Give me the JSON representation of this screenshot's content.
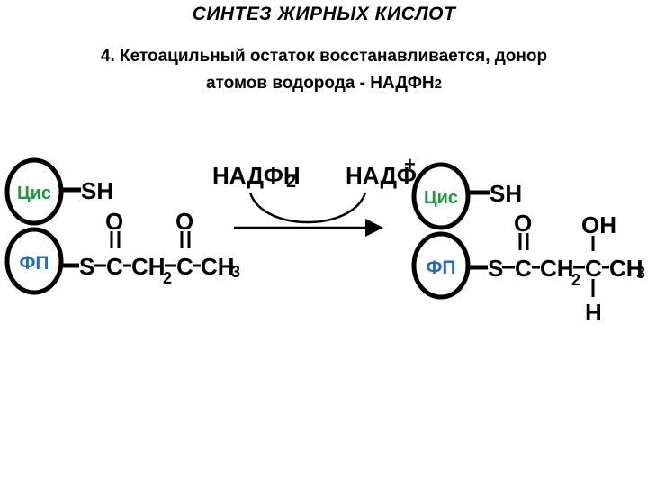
{
  "title": "СИНТЕЗ ЖИРНЫХ КИСЛОТ",
  "step": {
    "line1": "4. Кетоацильный остаток восстанавливается, донор",
    "line2_main": "атомов водорода - НАДФН",
    "line2_sub": "2"
  },
  "reaction": {
    "donor_main": "НАДФН",
    "donor_sub": "2",
    "acceptor_main": "НАДФ",
    "acceptor_sup": "+"
  },
  "left": {
    "cys_label": "Цис",
    "fp_label": "ФП",
    "sh": "SH",
    "s": "S",
    "c1": "C",
    "o1": "O",
    "ch": "CH",
    "ch_sub": "2",
    "c2": "C",
    "o2": "O",
    "ch3_main": "CH",
    "ch3_sub": "3"
  },
  "right": {
    "cys_label": "Цис",
    "fp_label": "ФП",
    "sh": "SH",
    "s": "S",
    "c1": "C",
    "o1": "O",
    "ch": "CH",
    "ch_sub": "2",
    "c2": "C",
    "oh": "OH",
    "h": "H",
    "ch3_main": "CH",
    "ch3_sub": "3"
  },
  "colors": {
    "cys": "#1a9c3a",
    "fp": "#1f6fb8",
    "ink": "#000000"
  }
}
